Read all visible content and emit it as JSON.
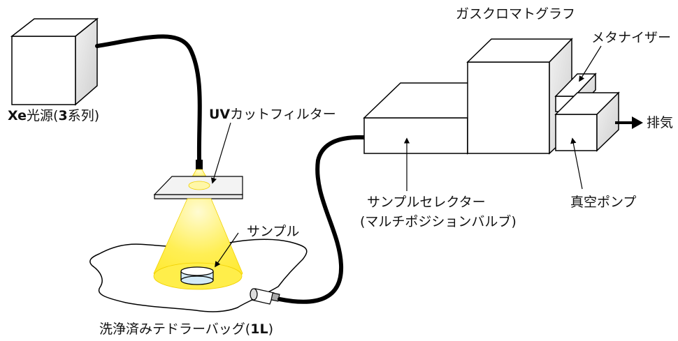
{
  "labels": {
    "xe_source": {
      "prefix": "Xe",
      "mid": "光源(",
      "num": "3",
      "suffix": "系列)"
    },
    "uv_filter": {
      "prefix": "UV",
      "rest": "カットフィルター"
    },
    "sample": "サンプル",
    "tedlar_bag": {
      "before": "洗浄済みテドラーバッグ(",
      "num": "1L",
      "after": ")"
    },
    "gas_chromatograph": "ガスクロマトグラフ",
    "methanizer": "メタナイザー",
    "exhaust": "排気",
    "vacuum_pump": "真空ポンプ",
    "sample_selector": "サンプルセレクター",
    "multi_position_valve": "(マルチポジションバルブ)"
  },
  "colors": {
    "outline": "#000000",
    "box_fill": "#ffffff",
    "box_side": "#e6e6e6",
    "tube": "#000000",
    "light_beam": "#ffef4a",
    "light_core": "#fff9b0",
    "sample_dish": "#cfe7f6"
  },
  "icons": {
    "exhaust_arrow": "right-arrow-icon",
    "leader_arrows": "down-arrow-icon"
  }
}
